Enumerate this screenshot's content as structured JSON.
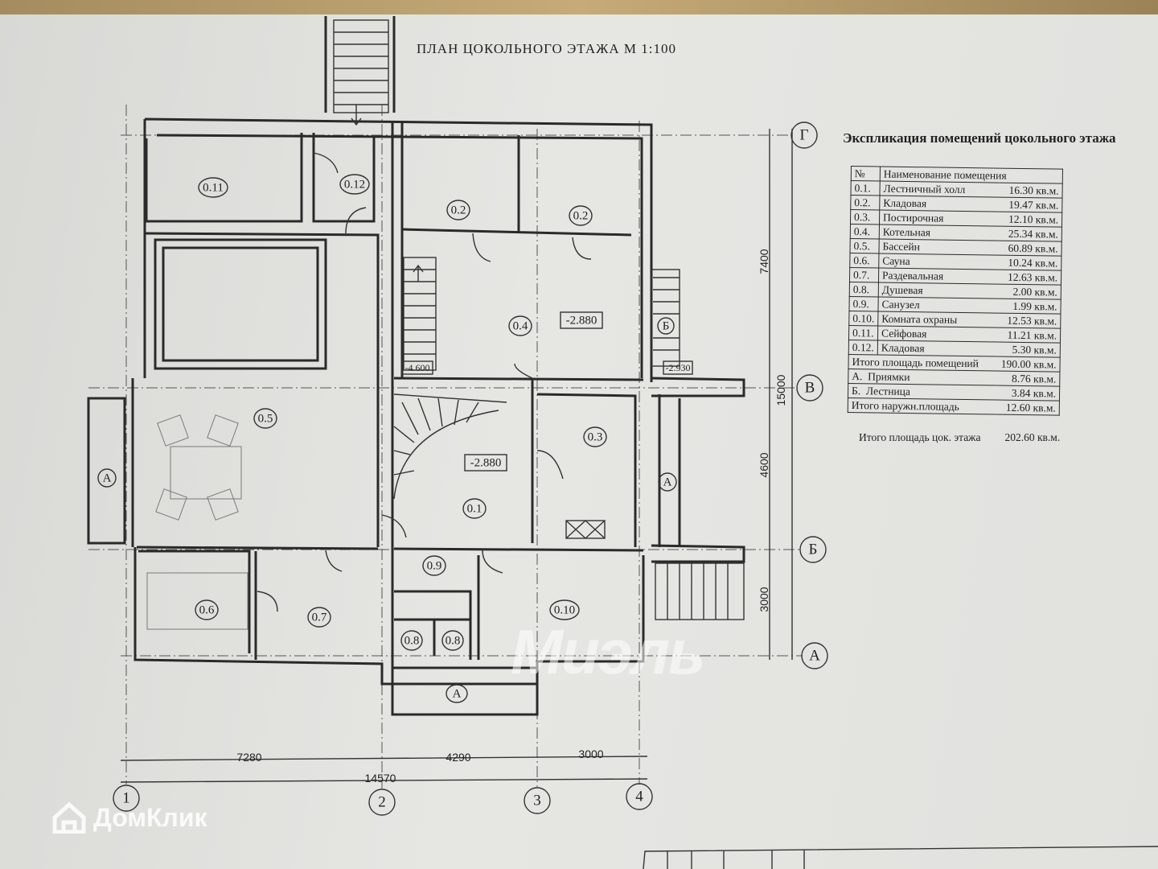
{
  "plan": {
    "title": "ПЛАН ЦОКОЛЬНОГО ЭТАЖА  М 1:100",
    "rooms": {
      "r011": "0.11",
      "r012": "0.12",
      "r02a": "0.2",
      "r02b": "0.2",
      "r04": "0.4",
      "r05": "0.5",
      "r03": "0.3",
      "r01": "0.1",
      "r09": "0.9",
      "r06": "0.6",
      "r07": "0.7",
      "r010": "0.10",
      "r08a": "0.8",
      "r08b": "0.8"
    },
    "marks": {
      "a_left": "А",
      "a_right": "А",
      "a_bottom": "А",
      "b_stair": "Б",
      "level_04": "-2.880",
      "level_01": "-2.880",
      "level_stair": "-4.600",
      "level_b": "-2.930"
    },
    "axes_letters": [
      "Г",
      "В",
      "Б",
      "А"
    ],
    "axes_numbers": [
      "1",
      "2",
      "3",
      "4"
    ],
    "dims_horizontal": [
      "7280",
      "4290",
      "3000",
      "14570"
    ],
    "dims_vertical": [
      "7400",
      "15000",
      "4600",
      "3000"
    ]
  },
  "explication": {
    "title": "Экспликация помещений цокольного этажа",
    "header": {
      "num": "№",
      "name": "Наименование помещения"
    },
    "rows": [
      {
        "num": "0.1.",
        "name": "Лестничный холл",
        "area": "16.30 кв.м."
      },
      {
        "num": "0.2.",
        "name": "Кладовая",
        "area": "19.47 кв.м."
      },
      {
        "num": "0.3.",
        "name": "Постирочная",
        "area": "12.10 кв.м."
      },
      {
        "num": "0.4.",
        "name": "Котельная",
        "area": "25.34 кв.м."
      },
      {
        "num": "0.5.",
        "name": "Бассейн",
        "area": "60.89 кв.м."
      },
      {
        "num": "0.6.",
        "name": "Сауна",
        "area": "10.24 кв.м."
      },
      {
        "num": "0.7.",
        "name": "Раздевальная",
        "area": "12.63 кв.м."
      },
      {
        "num": "0.8.",
        "name": "Душевая",
        "area": "2.00 кв.м."
      },
      {
        "num": "0.9.",
        "name": "Санузел",
        "area": "1.99 кв.м."
      },
      {
        "num": "0.10.",
        "name": "Комната охраны",
        "area": "12.53 кв.м."
      },
      {
        "num": "0.11.",
        "name": "Сейфовая",
        "area": "11.21 кв.м."
      },
      {
        "num": "0.12.",
        "name": "Кладовая",
        "area": "5.30 кв.м."
      }
    ],
    "subtotal": {
      "label": "Итого площадь помещений",
      "area": "190.00 кв.м."
    },
    "outer": [
      {
        "num": "А.",
        "name": "Приямки",
        "area": "8.76 кв.м."
      },
      {
        "num": "Б.",
        "name": "Лестница",
        "area": "3.84 кв.м."
      }
    ],
    "outer_total": {
      "label": "Итого наружн.площадь",
      "area": "12.60 кв.м."
    },
    "grand_total": {
      "label": "Итого площадь цок. этажа",
      "area": "202.60 кв.м."
    }
  },
  "watermarks": {
    "domclick": "ДомКлик",
    "miel": "Миэль"
  }
}
